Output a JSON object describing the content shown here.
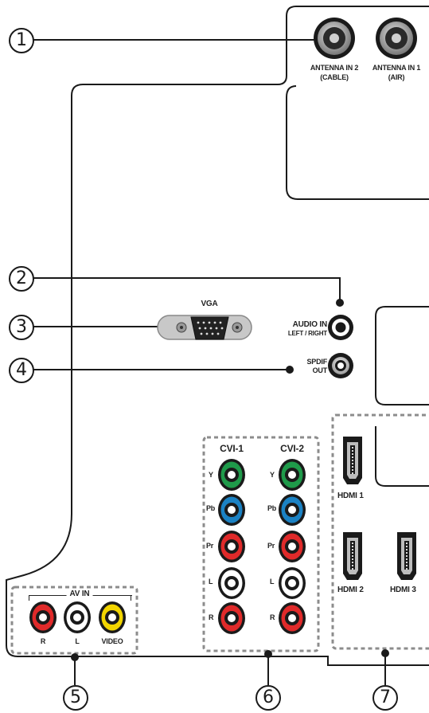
{
  "callouts": [
    "1",
    "2",
    "3",
    "4",
    "5",
    "6",
    "7"
  ],
  "antenna": {
    "in2_label": "ANTENNA IN 2",
    "in2_sub": "(CABLE)",
    "in1_label": "ANTENNA IN 1",
    "in1_sub": "(AIR)"
  },
  "vga_label": "VGA",
  "audio_in": {
    "label": "AUDIO IN",
    "sub": "LEFT / RIGHT"
  },
  "spdif": {
    "label": "SPDIF",
    "sub": "OUT"
  },
  "cvi1": {
    "title": "CVI-1",
    "rows": [
      "Y",
      "Pb",
      "Pr",
      "L",
      "R"
    ]
  },
  "cvi2": {
    "title": "CVI-2",
    "rows": [
      "Y",
      "Pb",
      "Pr",
      "L",
      "R"
    ]
  },
  "av_in": {
    "title": "AV IN",
    "labels": [
      "R",
      "L",
      "VIDEO"
    ]
  },
  "hdmi": [
    "HDMI 1",
    "HDMI 2",
    "HDMI 3"
  ],
  "colors": {
    "green": "#1f9a4a",
    "blue": "#1b82c4",
    "red": "#e02a2a",
    "white": "#ffffff",
    "yellow": "#f2d500",
    "outline": "#1a1a1a",
    "dashed": "#8c8c8c"
  }
}
